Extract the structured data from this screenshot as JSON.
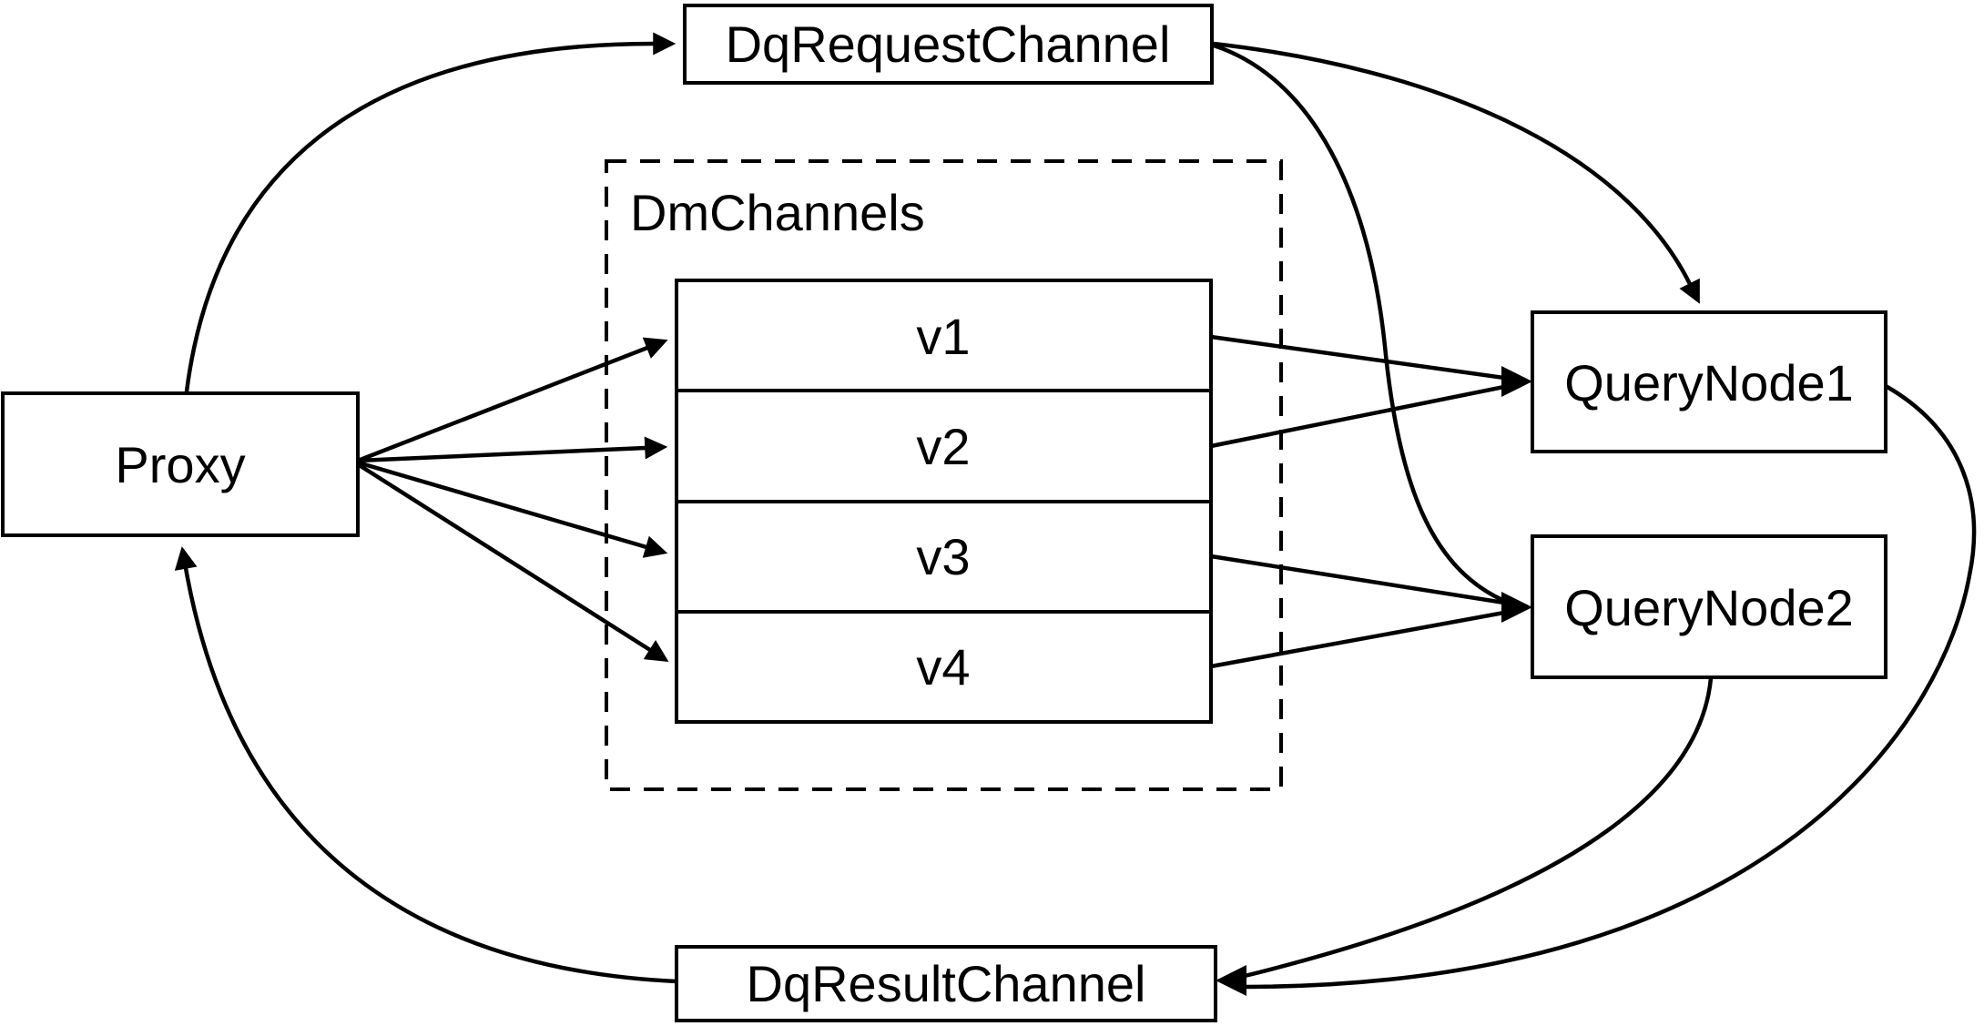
{
  "diagram": {
    "title": "Milvus query channel architecture diagram",
    "background_color": "#ffffff",
    "line_color": "#000000",
    "nodes": {
      "proxy": {
        "label": "Proxy"
      },
      "dq_request_channel": {
        "label": "DqRequestChannel"
      },
      "dm_channels": {
        "label": "DmChannels"
      },
      "v1": {
        "label": "v1"
      },
      "v2": {
        "label": "v2"
      },
      "v3": {
        "label": "v3"
      },
      "v4": {
        "label": "v4"
      },
      "query_node1": {
        "label": "QueryNode1"
      },
      "query_node2": {
        "label": "QueryNode2"
      },
      "dq_result_channel": {
        "label": "DqResultChannel"
      }
    },
    "edges": [
      {
        "from": "Proxy",
        "to": "DqRequestChannel"
      },
      {
        "from": "Proxy",
        "to": "v1"
      },
      {
        "from": "Proxy",
        "to": "v2"
      },
      {
        "from": "Proxy",
        "to": "v3"
      },
      {
        "from": "Proxy",
        "to": "v4"
      },
      {
        "from": "v1",
        "to": "QueryNode1"
      },
      {
        "from": "v2",
        "to": "QueryNode1"
      },
      {
        "from": "v3",
        "to": "QueryNode2"
      },
      {
        "from": "v4",
        "to": "QueryNode2"
      },
      {
        "from": "DqRequestChannel",
        "to": "QueryNode1"
      },
      {
        "from": "DqRequestChannel",
        "to": "QueryNode2"
      },
      {
        "from": "QueryNode1",
        "to": "DqResultChannel"
      },
      {
        "from": "QueryNode2",
        "to": "DqResultChannel"
      },
      {
        "from": "DqResultChannel",
        "to": "Proxy"
      }
    ]
  }
}
